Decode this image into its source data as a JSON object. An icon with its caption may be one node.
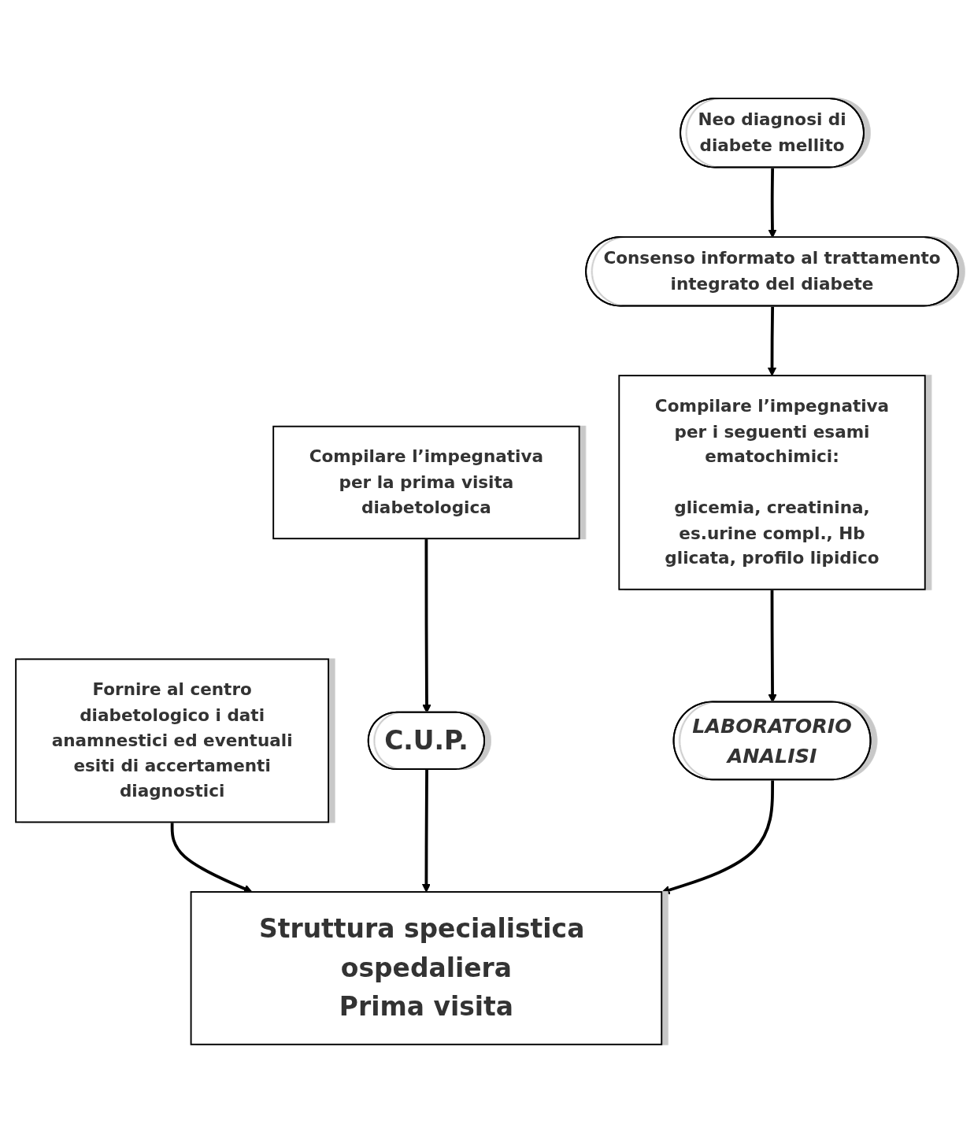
{
  "diagram": {
    "nodes": [
      {
        "text": [
          "Neo diagnosi di diabete mellito"
        ]
      },
      {
        "text": [
          "Consenso informato al trattamento integrato del diabete"
        ]
      },
      {
        "text": [
          "Compilare l’impegnativa per la prima visita diabetologica"
        ]
      },
      {
        "text": [
          "Compilare l’impegnativa per i seguenti esami ematochimici:",
          "glicemia, creatinina, es.urine compl., Hb glicata, profilo lipidico"
        ]
      },
      {
        "text": [
          "Fornire al centro diabetologico i dati anamnestici ed eventuali esiti di accertamenti diagnostici"
        ]
      },
      {
        "text": [
          "C.U.P."
        ]
      },
      {
        "text": [
          "LABORATORIO ANALISI"
        ]
      },
      {
        "text": [
          "Struttura specialistica ospedaliera Prima visita"
        ]
      }
    ],
    "edges": [
      {
        "from": 0,
        "to": 1,
        "arrow": "to"
      },
      {
        "from": 1,
        "to": 3,
        "arrow": "to"
      },
      {
        "from": 2,
        "to": 5,
        "arrow": "to"
      },
      {
        "from": 3,
        "to": 6,
        "arrow": "to"
      },
      {
        "from": 4,
        "to": 7,
        "arrow": "to"
      },
      {
        "from": 5,
        "to": 7,
        "arrow": "to"
      },
      {
        "from": 6,
        "to": 7,
        "arrow": "to"
      }
    ]
  }
}
